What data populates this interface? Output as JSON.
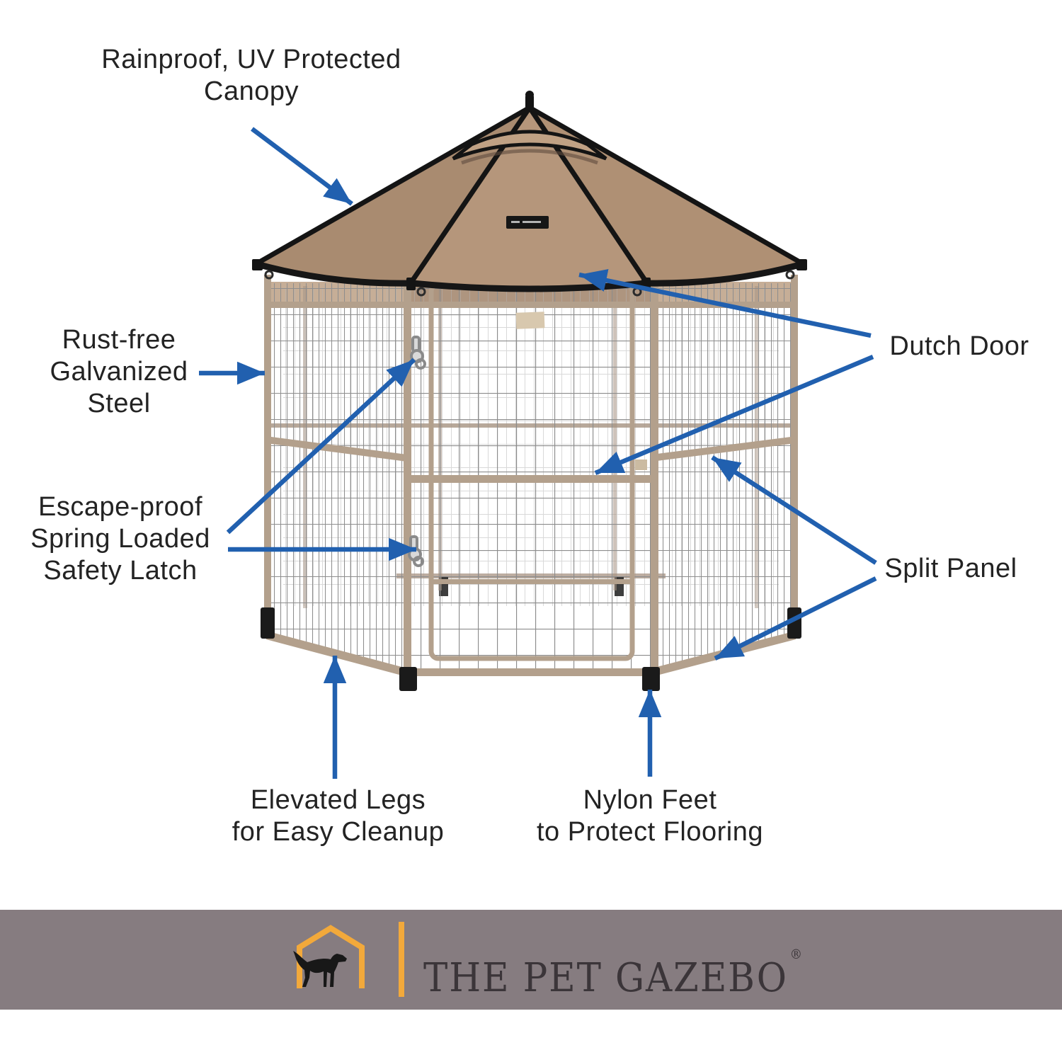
{
  "callouts": {
    "canopy": {
      "lines": [
        "Rainproof, UV Protected",
        "Canopy"
      ]
    },
    "steel": {
      "lines": [
        "Rust-free",
        "Galvanized",
        "Steel"
      ]
    },
    "latch": {
      "lines": [
        "Escape-proof",
        "Spring Loaded",
        "Safety Latch"
      ]
    },
    "dutch_door": {
      "lines": [
        "Dutch Door"
      ]
    },
    "split_panel": {
      "lines": [
        "Split Panel"
      ]
    },
    "legs": {
      "lines": [
        "Elevated Legs",
        "for Easy Cleanup"
      ]
    },
    "feet": {
      "lines": [
        "Nylon Feet",
        "to Protect Flooring"
      ]
    }
  },
  "footer": {
    "brand": "THE PET GAZEBO",
    "registered": "®"
  },
  "colors": {
    "arrow_blue": "#2160af",
    "canopy_tan": "#b5967b",
    "canopy_tan_dark": "#a98b70",
    "canopy_tan_mid": "#af9074",
    "canopy_tan_light": "#c0a184",
    "frame_tan": "#b3a08c",
    "frame_tan_dark": "#a59281",
    "banner_gray": "#867c80",
    "logo_orange": "#f2a93b",
    "brand_text": "#3b3539",
    "label_text": "#232323"
  }
}
